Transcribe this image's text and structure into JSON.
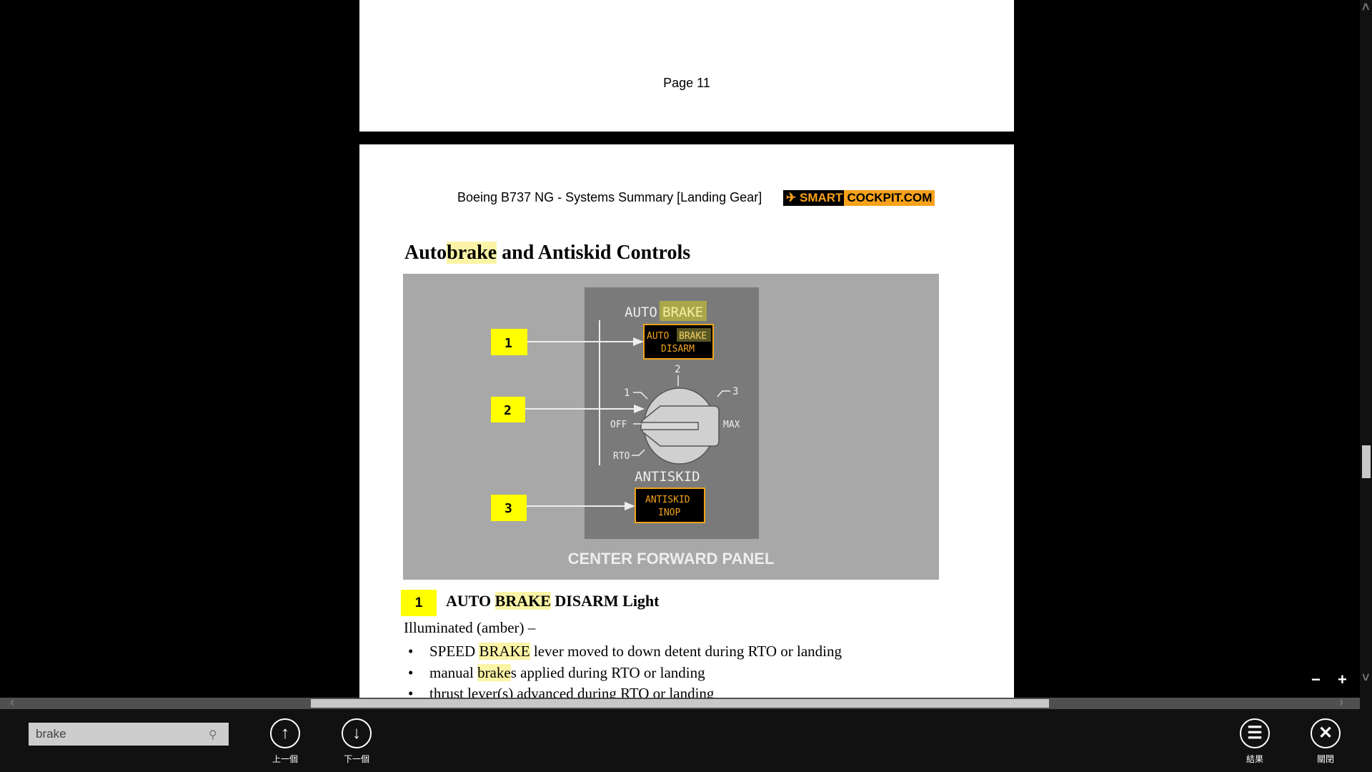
{
  "page_prev": {
    "footer": "Page 11"
  },
  "page": {
    "header": "Boeing B737 NG - Systems Summary [Landing Gear]",
    "logo": {
      "part1": "SMART",
      "part2": "COCKPIT.COM"
    },
    "heading": {
      "pre": "Auto",
      "hl": "brake",
      "post": " and Antiskid Controls"
    },
    "diagram": {
      "auto_label": "AUTO",
      "brake_label": "BRAKE",
      "disarm_line1a": "AUTO",
      "disarm_line1b": "BRAKE",
      "disarm_line2": "DISARM",
      "pos_1": "1",
      "pos_2": "2",
      "pos_3": "3",
      "pos_off": "OFF",
      "pos_max": "MAX",
      "pos_rto": "RTO",
      "antiskid_label": "ANTISKID",
      "inop_line1": "ANTISKID",
      "inop_line2": "INOP",
      "callouts": [
        "1",
        "2",
        "3"
      ],
      "caption": "CENTER FORWARD PANEL"
    },
    "item1": {
      "num": "1",
      "pre": "AUTO ",
      "hl": "BRAKE",
      "post": " DISARM Light"
    },
    "illuminated": "Illuminated (amber) –",
    "bullets": [
      {
        "pre": "SPEED ",
        "hl": "BRAKE",
        "post": " lever moved to down detent during RTO or landing"
      },
      {
        "pre": "manual ",
        "hl": "brake",
        "post": "s applied during RTO or landing"
      },
      {
        "pre": "thrust lever(s) advanced during RTO or landing",
        "hl": "",
        "post": ""
      }
    ]
  },
  "viewer": {
    "zoom_out": "−",
    "zoom_in": "+"
  },
  "findbar": {
    "search_value": "brake",
    "prev_label": "上一個",
    "next_label": "下一個",
    "results_label": "結果",
    "close_label": "關閉"
  }
}
